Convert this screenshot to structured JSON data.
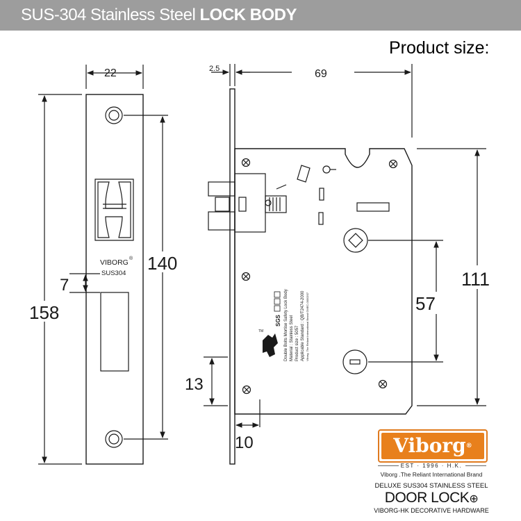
{
  "header": {
    "title_light": "SUS-304 Stainless Steel ",
    "title_bold": "LOCK BODY"
  },
  "product_size_label": "Product size:",
  "faceplate": {
    "brand": "VIBORG",
    "registered": "®",
    "grade": "SUS304"
  },
  "dimensions": {
    "width": "22",
    "height": "158",
    "hole_spacing": "140",
    "latch_offset": "7",
    "plate_thickness": "2.5",
    "depth": "69",
    "body_height": "111",
    "center_distance": "57",
    "bottom_offset": "13",
    "backset_offset": "10"
  },
  "label_plate": {
    "sgs": "SGS",
    "tm": "TM",
    "lines": [
      "Double Bolts Mortise Safety Lock Body",
      "Material : Stainless Steel",
      "Product size : 5057",
      "Applicable Standard : QB/T2474-2000",
      "Viborg .The Reliant International Brand GMEC-0000207"
    ]
  },
  "brand_block": {
    "logo": "Viborg",
    "logo_reg": "®",
    "est": "EST · 1996 · H.K.",
    "tagline": "Viborg .The Reliant International Brand",
    "deluxe": "DELUXE SUS304 STAINLESS STEEL",
    "door_lock": "DOOR LOCK",
    "door_lock_mark": "⊕",
    "decorative": "VIBORG-HK DECORATIVE HARDWARE"
  },
  "colors": {
    "banner": "#9d9d9d",
    "logo_orange": "#e8801c",
    "line": "#1a1a1a"
  }
}
